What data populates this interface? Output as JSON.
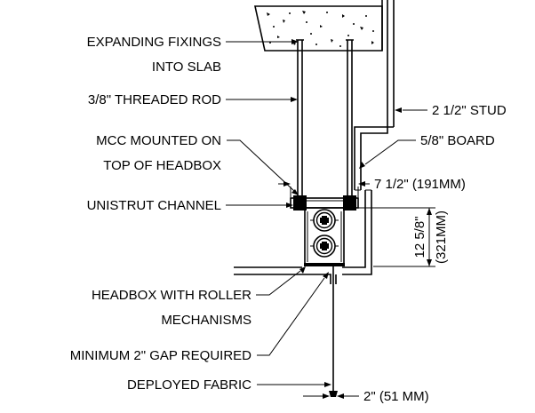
{
  "labels": {
    "expanding_fixings_1": "EXPANDING FIXINGS",
    "expanding_fixings_2": "INTO SLAB",
    "threaded_rod": "3/8\" THREADED ROD",
    "stud": "2 1/2\" STUD",
    "mcc_1": "MCC MOUNTED ON",
    "mcc_2": "TOP OF HEADBOX",
    "board": "5/8\" BOARD",
    "width_dim": "7 1/2\" (191MM)",
    "unistrut": "UNISTRUT CHANNEL",
    "height_dim_1": "12 5/8\"",
    "height_dim_2": "(321MM)",
    "headbox_1": "HEADBOX WITH ROLLER",
    "headbox_2": "MECHANISMS",
    "gap": "MINIMUM 2\" GAP REQUIRED",
    "fabric": "DEPLOYED FABRIC",
    "fabric_dim": "2\" (51 MM)"
  }
}
